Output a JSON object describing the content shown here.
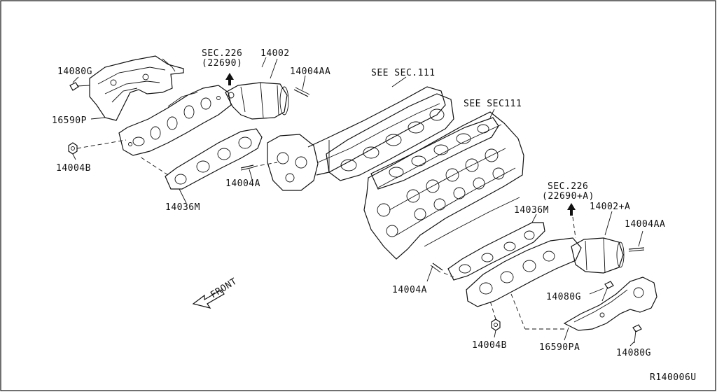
{
  "diagram": {
    "border_color": "#111111",
    "line_color": "#111111",
    "callouts": {
      "heat_shield_bolt_left": "14080G",
      "heat_shield_left": "16590P",
      "manifold_nut_left": "14004B",
      "manifold_gasket_left": "14036M",
      "stud_left": "14004A",
      "section_ref_left_line1": "SEC.226",
      "section_ref_left_line2": "(22690)",
      "manifold_left": "14002",
      "stud_top_left": "14004AA",
      "see_sec_upper": "SEE SEC.111",
      "see_sec_lower": "SEE SEC111",
      "section_ref_right_line1": "SEC.226",
      "section_ref_right_line2": "(22690+A)",
      "manifold_right": "14002+A",
      "stud_top_right": "14004AA",
      "manifold_gasket_right": "14036M",
      "stud_right": "14004A",
      "heat_shield_bolt_right_upper": "14080G",
      "manifold_nut_right": "14004B",
      "heat_shield_right": "16590PA",
      "heat_shield_bolt_right_lower": "14080G",
      "front_indicator": "FRONT",
      "drawing_number": "R140006U"
    }
  }
}
